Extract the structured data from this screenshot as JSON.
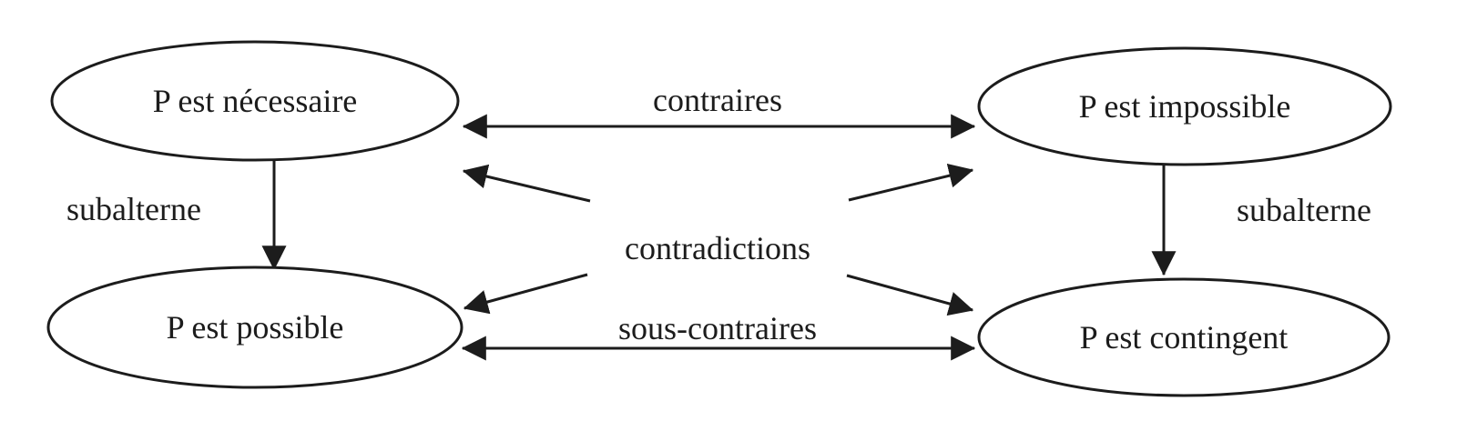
{
  "diagram": {
    "type": "square-of-opposition",
    "language": "fr",
    "nodes": [
      {
        "id": "necessaire",
        "label": "P est nécessaire"
      },
      {
        "id": "impossible",
        "label": "P est impossible"
      },
      {
        "id": "possible",
        "label": "P est possible"
      },
      {
        "id": "contingent",
        "label": "P est contingent"
      }
    ],
    "relations": {
      "contraires": "contraires",
      "contradictions": "contradictions",
      "sous_contraires": "sous-contraires",
      "subalterne": "subalterne"
    },
    "colors": {
      "ink": "#1c1c1c",
      "background": "#ffffff"
    }
  }
}
